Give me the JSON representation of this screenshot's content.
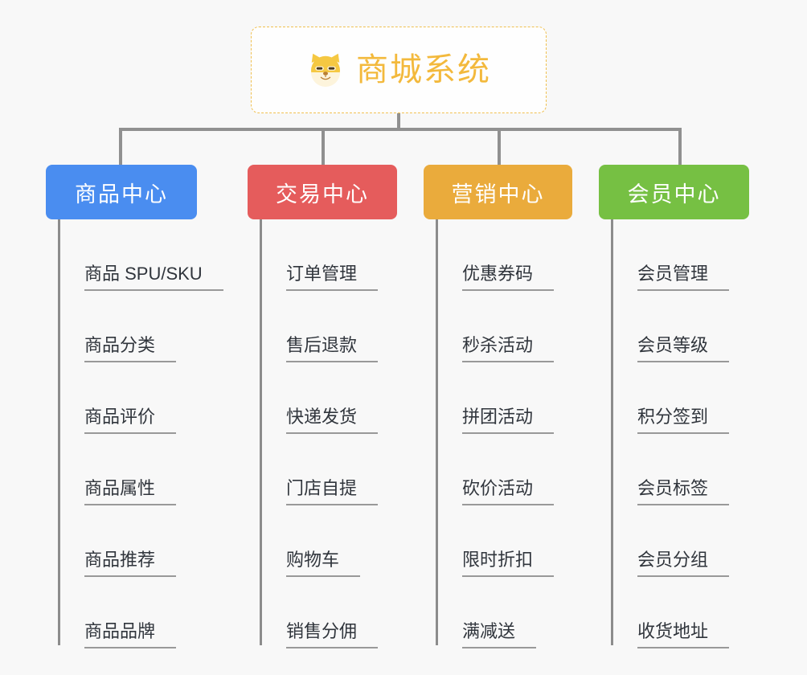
{
  "root": {
    "title": "商城系统",
    "icon": "shiba-dog-face-icon",
    "border_color": "#f0c050",
    "text_color": "#f3b93c",
    "background": "#fefefe"
  },
  "canvas": {
    "background": "#f8f8f8",
    "connector_color": "#909090"
  },
  "columns": [
    {
      "title": "商品中心",
      "color": "#4a8df0",
      "items": [
        "商品 SPU/SKU",
        "商品分类",
        "商品评价",
        "商品属性",
        "商品推荐",
        "商品品牌"
      ]
    },
    {
      "title": "交易中心",
      "color": "#e55c5c",
      "items": [
        "订单管理",
        "售后退款",
        "快递发货",
        "门店自提",
        "购物车",
        "销售分佣"
      ]
    },
    {
      "title": "营销中心",
      "color": "#eaab3c",
      "items": [
        "优惠券码",
        "秒杀活动",
        "拼团活动",
        "砍价活动",
        "限时折扣",
        "满减送"
      ]
    },
    {
      "title": "会员中心",
      "color": "#76c043",
      "items": [
        "会员管理",
        "会员等级",
        "积分签到",
        "会员标签",
        "会员分组",
        "收货地址"
      ]
    }
  ]
}
